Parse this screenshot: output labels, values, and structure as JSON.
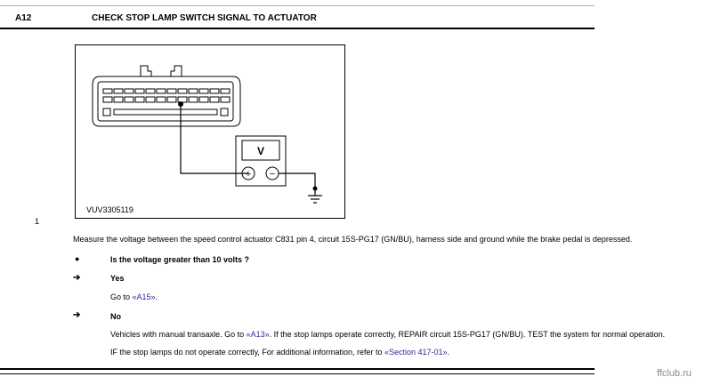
{
  "header": {
    "step_code": "A12",
    "title": "CHECK STOP LAMP SWITCH SIGNAL TO ACTUATOR"
  },
  "diagram": {
    "label": "VUV3305119",
    "meter_letter": "V",
    "plus_symbol": "+",
    "minus_symbol": "−"
  },
  "step": {
    "number": "1",
    "instruction": "Measure the voltage between the speed control actuator C831 pin 4, circuit 15S-PG17 (GN/BU), harness side and ground while the brake pedal is depressed."
  },
  "question": {
    "bullet": "●",
    "text": "Is the voltage greater than 10 volts ?"
  },
  "yes": {
    "arrow": "➔",
    "label": "Yes",
    "goto_prefix": "Go to ",
    "goto_link": "«A15»",
    "goto_suffix": "."
  },
  "no": {
    "arrow": "➔",
    "label": "No",
    "line1_prefix": "Vehicles with manual transaxle. Go to ",
    "line1_link": "«A13»",
    "line1_suffix": ". If the stop lamps operate correctly, REPAIR circuit 15S-PG17 (GN/BU). TEST the system for normal operation.",
    "line2_prefix": "IF the stop lamps do not operate correctly, For additional information, refer to ",
    "line2_link": "«Section 417-01»",
    "line2_suffix": "."
  },
  "watermark": "ffclub.ru",
  "colors": {
    "link": "#2b2b9e",
    "text": "#000000",
    "watermark": "#8a8a8a"
  }
}
